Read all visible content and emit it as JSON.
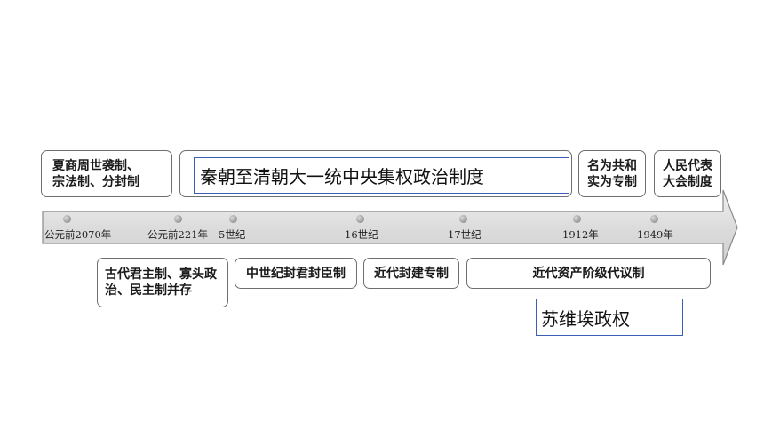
{
  "top_boxes": {
    "xia_shang_zhou": "夏商周世袭制、\n宗法制、分封制",
    "qin_qing": "秦朝至清朝大一统中央集权政治制度",
    "nominal_republic": "名为共和\n实为专制",
    "peoples_congress": "人民代表\n大会制度"
  },
  "timeline": {
    "ticks": [
      "公元前2070年",
      "公元前221年",
      "5世纪",
      "16世纪",
      "17世纪",
      "1912年",
      "1949年"
    ]
  },
  "bottom_boxes": {
    "ancient_systems": "古代君主制、寡头政\n治、民主制并存",
    "medieval": "中世纪封君封臣制",
    "modern_feudal": "近代封建专制",
    "modern_capitalist": "近代资产阶级代议制",
    "soviet": "苏维埃政权"
  },
  "colors": {
    "arrow_fill": "#e2e2e2",
    "arrow_stroke": "#8a8a8a",
    "box_border": "#6e6e6e",
    "inner_border": "#3b5fb7"
  }
}
